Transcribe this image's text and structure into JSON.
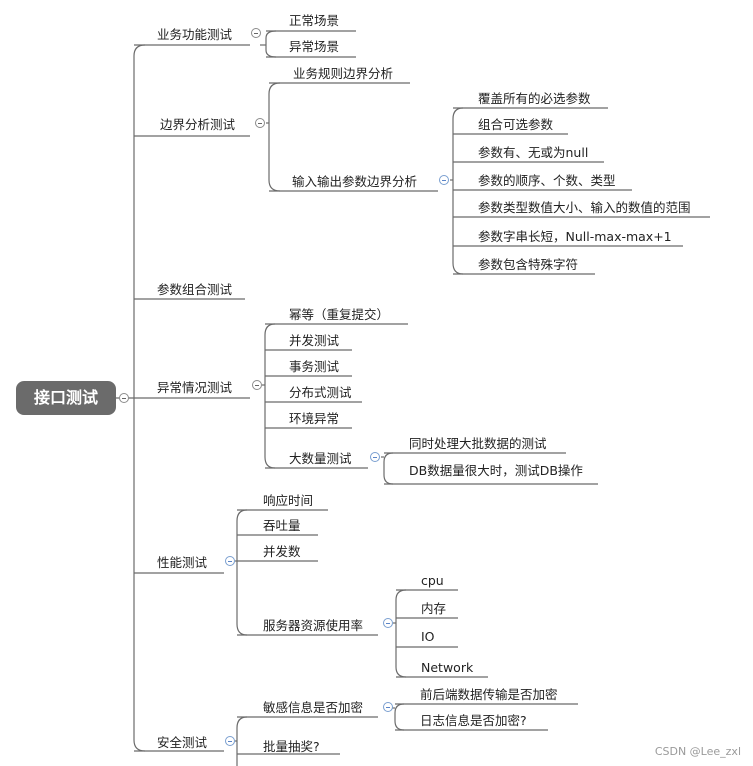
{
  "root": "接口测试",
  "branches": {
    "b1": "业务功能测试",
    "b2": "边界分析测试",
    "b3": "参数组合测试",
    "b4": "异常情况测试",
    "b5": "性能测试",
    "b6": "安全测试"
  },
  "b1_children": [
    "正常场景",
    "异常场景"
  ],
  "b2_children": [
    "业务规则边界分析",
    "输入输出参数边界分析"
  ],
  "b2_io_children": [
    "覆盖所有的必选参数",
    "组合可选参数",
    "参数有、无或为null",
    "参数的顺序、个数、类型",
    "参数类型数值大小、输入的数值的范围",
    "参数字串长短，Null-max-max+1",
    "参数包含特殊字符"
  ],
  "b4_children": [
    "幂等（重复提交）",
    "并发测试",
    "事务测试",
    "分布式测试",
    "环境异常",
    "大数量测试"
  ],
  "b4_bulk_children": [
    "同时处理大批数据的测试",
    "DB数据量很大时，测试DB操作"
  ],
  "b5_children": [
    "响应时间",
    "吞吐量",
    "并发数",
    "服务器资源使用率"
  ],
  "b5_res_children": [
    "cpu",
    "内存",
    "IO",
    "Network"
  ],
  "b6_children": [
    "敏感信息是否加密",
    "批量抽奖?"
  ],
  "b6_enc_children": [
    "前后端数据传输是否加密",
    "日志信息是否加密?"
  ],
  "watermark": "CSDN @Lee_zxl",
  "colors": {
    "line": "#6b6b6b",
    "root_bg": "#6b6b6b",
    "toggle_blue": "#5b85c8"
  }
}
